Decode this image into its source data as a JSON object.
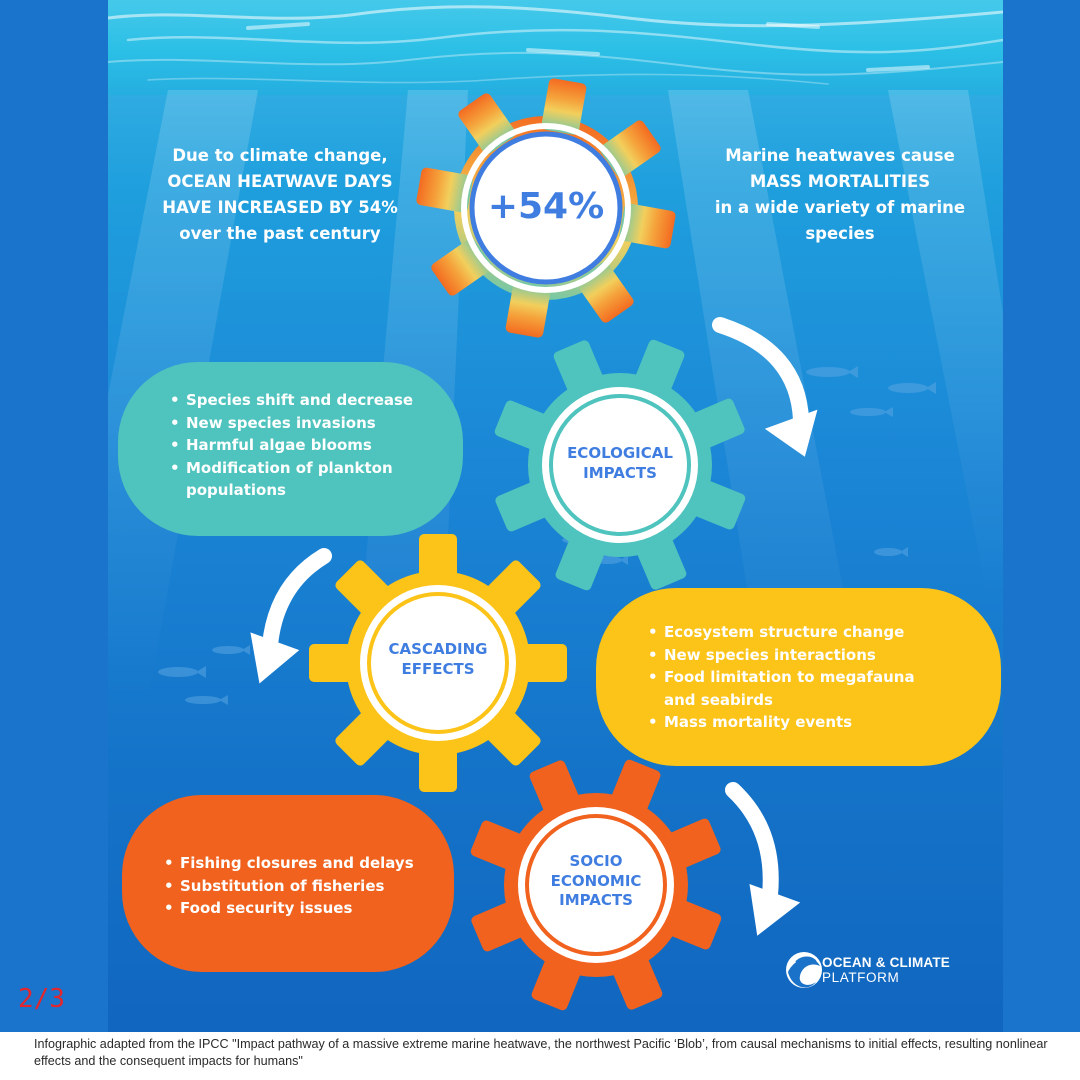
{
  "top_left_text": [
    "Due to climate change,",
    "OCEAN HEATWAVE DAYS",
    "HAVE INCREASED BY 54%",
    "over the past century"
  ],
  "top_right_text": [
    "Marine heatwaves cause",
    "MASS MORTALITIES",
    "in a wide variety of marine",
    "species"
  ],
  "center_value": "+54%",
  "ecological": {
    "label": [
      "ECOLOGICAL",
      "IMPACTS"
    ],
    "items": [
      "Species shift and decrease",
      "New species invasions",
      "Harmful algae blooms",
      "Modification of plankton populations"
    ]
  },
  "cascading": {
    "label": [
      "CASCADING",
      "EFFECTS"
    ],
    "items": [
      "Ecosystem structure change",
      "New species interactions",
      "Food limitation to megafauna and seabirds",
      "Mass mortality events"
    ]
  },
  "socio": {
    "label": [
      "SOCIO",
      "ECONOMIC",
      "IMPACTS"
    ],
    "items": [
      "Fishing closures and delays",
      "Substitution of fisheries",
      "Food security issues"
    ]
  },
  "logo": {
    "line1": "OCEAN & CLIMATE",
    "line2": "PLATFORM"
  },
  "page_count": "2/3",
  "caption": "Infographic adapted from the IPCC \"Impact pathway of a massive extreme marine heatwave, the northwest Pacific ‘Blob’, from causal mechanisms to initial effects, resulting nonlinear effects and the consequent impacts for humans\"",
  "colors": {
    "teal": "#4fc3bd",
    "yellow": "#fcc318",
    "orange": "#f0621e",
    "circle_blue": "#3f7de0",
    "sea": "#1b74cc"
  }
}
